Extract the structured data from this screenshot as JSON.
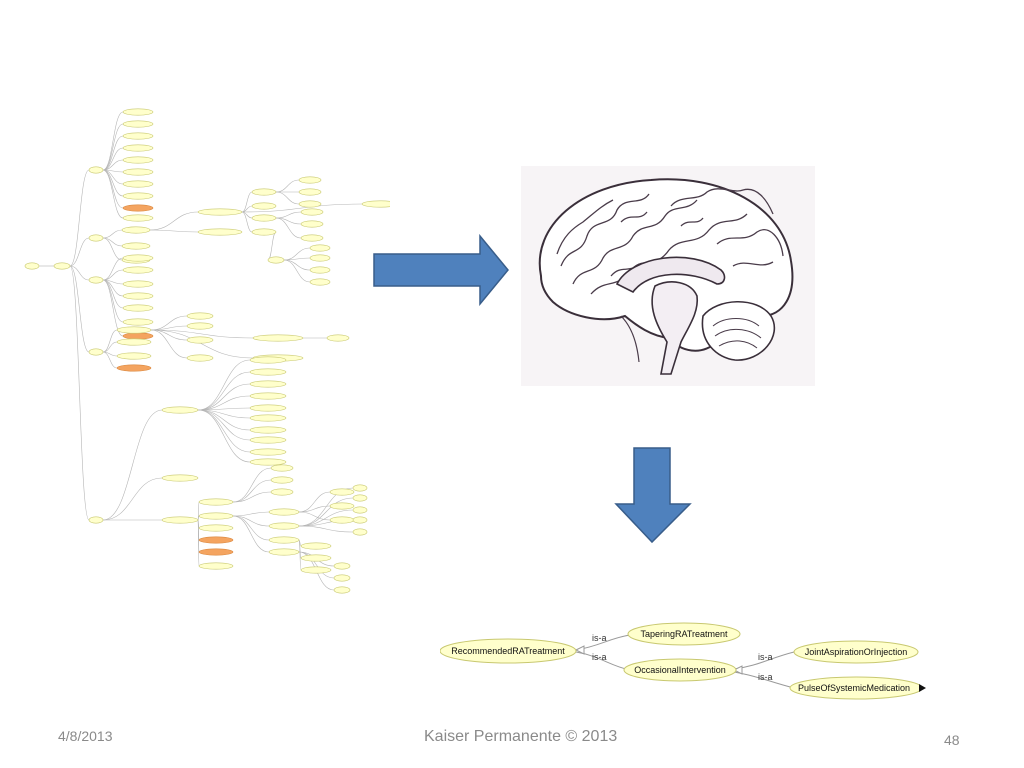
{
  "slide": {
    "footer_date": "4/8/2013",
    "footer_center": "Kaiser Permanente © 2013",
    "page_number": "48"
  },
  "ontology": {
    "root": "RecommendedRATreatment",
    "children": [
      {
        "label": "TaperingRATreatment",
        "relation": "is-a"
      },
      {
        "label": "OccasionalIntervention",
        "relation": "is-a",
        "children": [
          {
            "label": "JointAspirationOrInjection",
            "relation": "is-a"
          },
          {
            "label": "PulseOfSystemicMedication",
            "relation": "is-a"
          }
        ]
      }
    ]
  },
  "colors": {
    "arrow_fill": "#4f81bd",
    "arrow_stroke": "#385d8a",
    "node_fill": "#ffffcc",
    "node_stroke": "#c8c870",
    "node_highlight": "#f4a460",
    "edge": "#9a9a9a"
  }
}
